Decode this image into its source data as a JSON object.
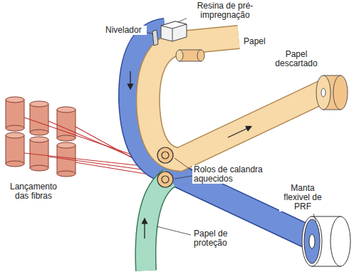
{
  "diagram": {
    "labels": [
      "Resina de pré-impregnação",
      "Nivelador",
      "Papel",
      "Papel descartado",
      "Lançamento das fibras",
      "Rolos de calandra aquecidos",
      "Papel de proteção",
      "Manta flexivel de PRF"
    ]
  }
}
